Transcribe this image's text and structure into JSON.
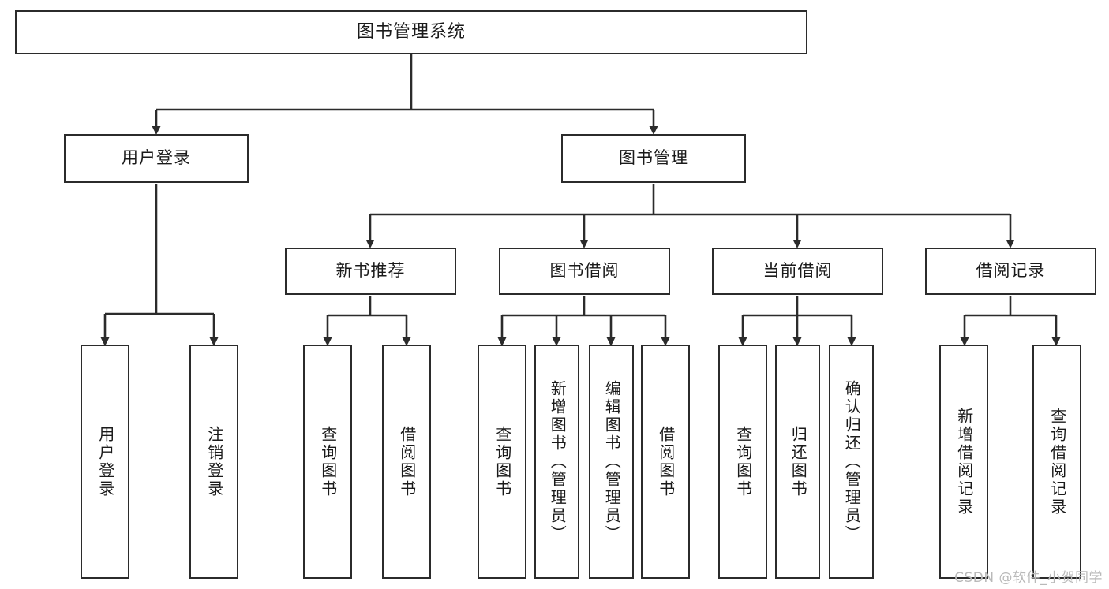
{
  "diagram": {
    "title": "图书管理系统",
    "type": "hierarchy-tree",
    "watermark": "CSDN @软件_小贺同学",
    "colors": {
      "stroke": "#2b2b2b",
      "fill": "#ffffff",
      "text": "#1a1a1a",
      "watermark": "#b9b9b9"
    },
    "nodes": {
      "root": {
        "label": "图书管理系统"
      },
      "level1": [
        {
          "label": "用户登录"
        },
        {
          "label": "图书管理"
        }
      ],
      "level2": [
        {
          "label": "新书推荐"
        },
        {
          "label": "图书借阅"
        },
        {
          "label": "当前借阅"
        },
        {
          "label": "借阅记录"
        }
      ],
      "leaves": {
        "user_login": [
          {
            "label": "用户登录"
          },
          {
            "label": "注销登录"
          }
        ],
        "new_book": [
          {
            "label": "查询图书"
          },
          {
            "label": "借阅图书"
          }
        ],
        "book_borrow": [
          {
            "label": "查询图书"
          },
          {
            "label": "新增图书（管理员）"
          },
          {
            "label": "编辑图书（管理员）"
          },
          {
            "label": "借阅图书"
          }
        ],
        "current_borrow": [
          {
            "label": "查询图书"
          },
          {
            "label": "归还图书"
          },
          {
            "label": "确认归还（管理员）"
          }
        ],
        "borrow_record": [
          {
            "label": "新增借阅记录"
          },
          {
            "label": "查询借阅记录"
          }
        ]
      }
    }
  }
}
